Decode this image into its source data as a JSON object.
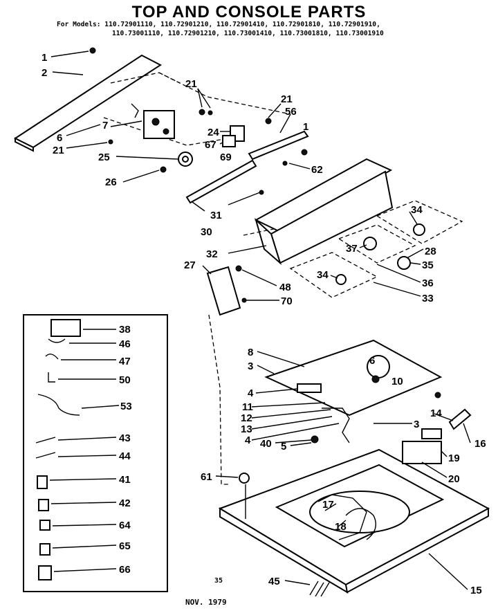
{
  "title": "TOP AND CONSOLE PARTS",
  "models": {
    "line1": "For Models: 110.72901110, 110.72901210, 110.72901410, 110.72901810, 110.72901910,",
    "line2": "110.73001110, 110.72901210, 110.73001410, 110.73001810, 110.73001910"
  },
  "footer": {
    "page": "35",
    "date": "NOV. 1979"
  },
  "callouts": [
    "1",
    "2",
    "6",
    "21",
    "7",
    "21",
    "21",
    "56",
    "24",
    "67",
    "69",
    "1",
    "25",
    "26",
    "62",
    "31",
    "30",
    "32",
    "27",
    "48",
    "70",
    "34",
    "28",
    "37",
    "35",
    "34",
    "36",
    "33",
    "38",
    "46",
    "47",
    "50",
    "53",
    "43",
    "44",
    "41",
    "42",
    "64",
    "65",
    "66",
    "8",
    "3",
    "6",
    "10",
    "4",
    "11",
    "12",
    "13",
    "4",
    "40",
    "5",
    "3",
    "14",
    "16",
    "19",
    "20",
    "61",
    "17",
    "18",
    "45",
    "15"
  ]
}
